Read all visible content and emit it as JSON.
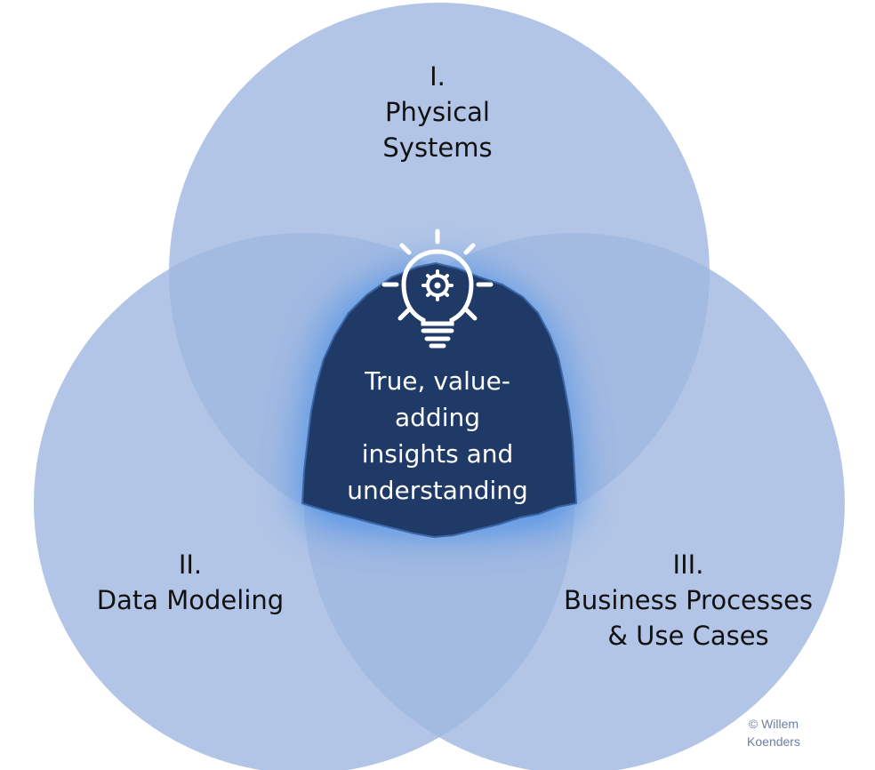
{
  "circles": [
    {
      "number": "I.",
      "lines": [
        "Physical",
        "Systems"
      ]
    },
    {
      "number": "II.",
      "lines": [
        "Data Modeling"
      ]
    },
    {
      "number": "III.",
      "lines": [
        "Business Processes",
        "& Use Cases"
      ]
    }
  ],
  "center": {
    "lines": [
      "True, value-",
      "adding",
      "insights and",
      "understanding"
    ],
    "icon": "lightbulb-gear-icon"
  },
  "copyright": [
    "© Willem",
    "Koenders"
  ],
  "colors": {
    "circle_fill": "#9fb6e0",
    "center_fill": "#1f3a66",
    "glow": "#4a90e8",
    "label_text": "#111111",
    "center_text": "#ffffff",
    "copyright_text": "#6b7fa3"
  }
}
